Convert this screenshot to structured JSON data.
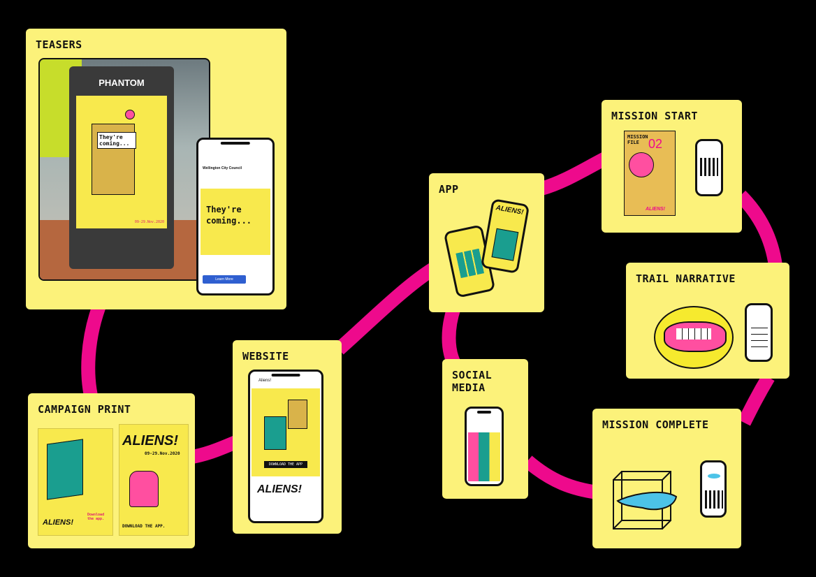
{
  "cards": {
    "teasers": {
      "title": "TEASERS",
      "shelter_brand": "PHANTOM",
      "poster_text": "They're coming...",
      "poster_date": "09-29.Nov.2020",
      "social_post": {
        "page_name": "Wellington City Council",
        "phone_text": "They're coming...",
        "cta": "Learn More"
      }
    },
    "campaign_print": {
      "title": "CAMPAIGN PRINT",
      "poster_logo": "ALIENS!",
      "poster_date": "09-29.Nov.2020",
      "poster_cta": "DOWNLOAD THE APP.",
      "left_logo": "ALIENS!",
      "left_cta": "Download the app."
    },
    "website": {
      "title": "WEBSITE",
      "browser_title": "Aliens!",
      "download_button": "DOWNLOAD THE APP",
      "logo": "ALIENS!"
    },
    "app": {
      "title": "APP",
      "logo": "ALIENS!"
    },
    "social_media": {
      "title_line1": "SOCIAL",
      "title_line2": "MEDIA"
    },
    "mission_start": {
      "title": "MISSION START",
      "file_label_line1": "MISSION",
      "file_label_line2": "FILE",
      "file_number": "02",
      "logo": "ALIENS!"
    },
    "trail_narrative": {
      "title": "TRAIL NARRATIVE"
    },
    "mission_complete": {
      "title": "MISSION COMPLETE"
    }
  },
  "colors": {
    "card": "#fcf27a",
    "path": "#ee0a8c",
    "background": "#000000",
    "teal": "#1a9e8f",
    "pink": "#ff4fa0",
    "blue": "#4cc3e8"
  }
}
